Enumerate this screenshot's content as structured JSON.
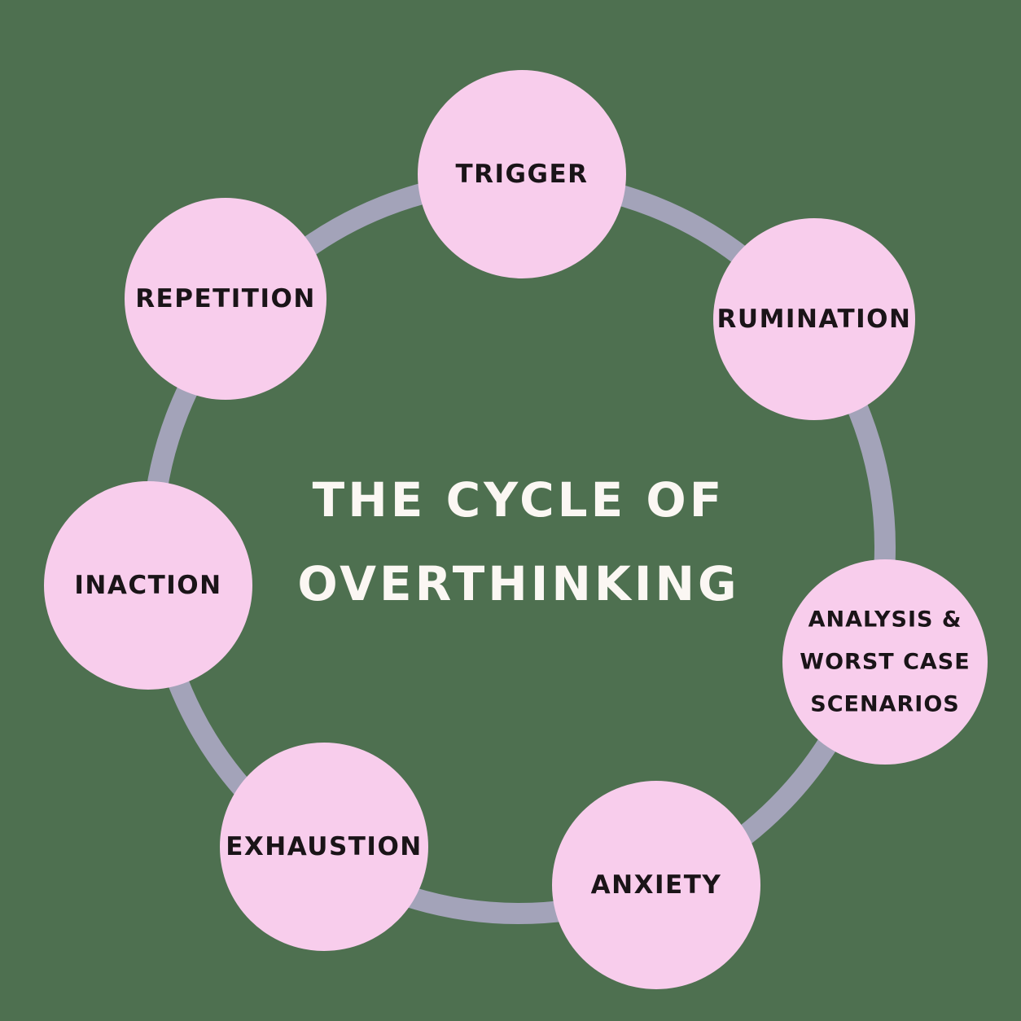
{
  "title": {
    "line1": "THE CYCLE OF",
    "line2": "OVERTHINKING"
  },
  "stages": [
    {
      "id": "trigger",
      "lines": [
        "TRIGGER"
      ]
    },
    {
      "id": "rumination",
      "lines": [
        "RUMINATION"
      ]
    },
    {
      "id": "analysis",
      "lines": [
        "ANALYSIS &",
        "WORST CASE",
        "SCENARIOS"
      ]
    },
    {
      "id": "anxiety",
      "lines": [
        "ANXIETY"
      ]
    },
    {
      "id": "exhaustion",
      "lines": [
        "EXHAUSTION"
      ]
    },
    {
      "id": "inaction",
      "lines": [
        "INACTION"
      ]
    },
    {
      "id": "repetition",
      "lines": [
        "REPETITION"
      ]
    }
  ],
  "colors": {
    "background": "#4e7050",
    "node_fill": "#f8cdec",
    "ring": "#a3a3b9",
    "label_text": "#1a1418",
    "title_text": "#fbf7f3"
  }
}
